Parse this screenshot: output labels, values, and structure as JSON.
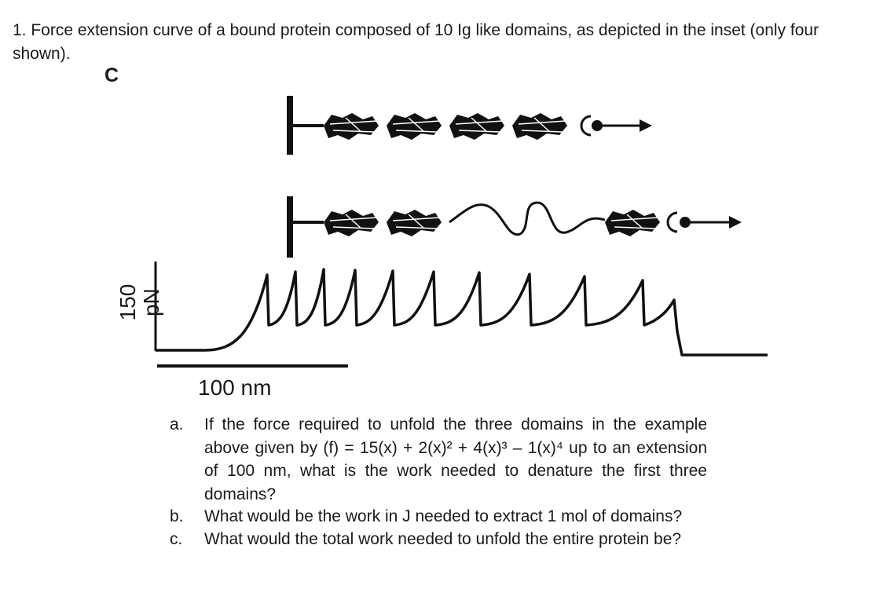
{
  "problem": {
    "intro": "1. Force extension curve of a bound protein composed of 10 Ig like domains, as depicted in the inset (only four shown)."
  },
  "figure": {
    "panel_letter": "C",
    "y_scale_label": "150 pN",
    "x_scale_label": "100 nm"
  },
  "questions": [
    {
      "letter": "a.",
      "text": "If the force required to unfold the three domains in the example above given by (f) = 15(x) + 2(x)² + 4(x)³ – 1(x)⁴ up to an extension of 100 nm, what is the work needed to denature the first three domains?"
    },
    {
      "letter": "b.",
      "text": "What would be the work in J needed to extract 1 mol of domains?"
    },
    {
      "letter": "c.",
      "text": "What would the total work needed to unfold the entire protein be?"
    }
  ]
}
